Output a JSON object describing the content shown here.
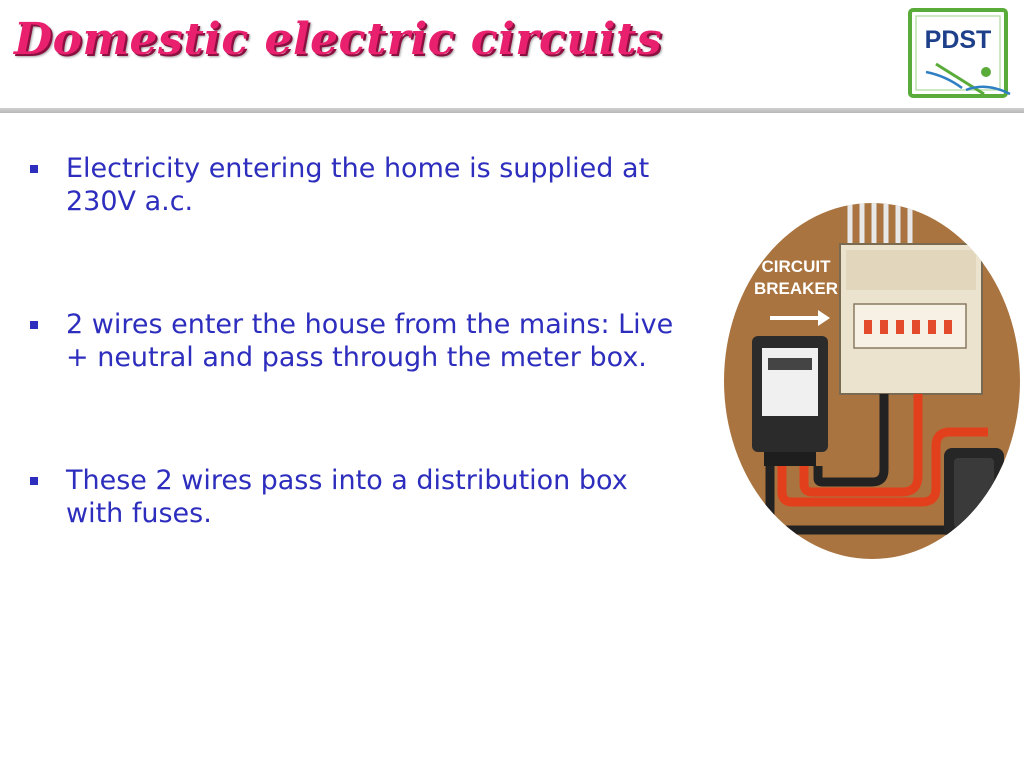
{
  "slide": {
    "title": "Domestic electric circuits",
    "bullets": [
      "Electricity entering the home is supplied at 230V a.c.",
      "2 wires enter the house from the mains: Live + neutral and pass through the meter box.",
      "These 2 wires pass into a distribution box with fuses."
    ]
  },
  "logo": {
    "text": "PDST",
    "icon": "pdst-logo-icon",
    "colors": {
      "text": "#1e3f8a",
      "frame": "#5aac3a",
      "accent": "#2f7fc4"
    }
  },
  "illustration": {
    "icon": "circuit-breaker-meter-illustration",
    "label_line1": "CIRCUIT",
    "label_line2": "BREAKER",
    "colors": {
      "background": "#a9743f",
      "live_wire": "#e2401c",
      "neutral_wire": "#222222"
    }
  },
  "colors": {
    "title": "#e8206e",
    "body_text": "#2d2dbe",
    "divider": "#c0c0c0"
  }
}
